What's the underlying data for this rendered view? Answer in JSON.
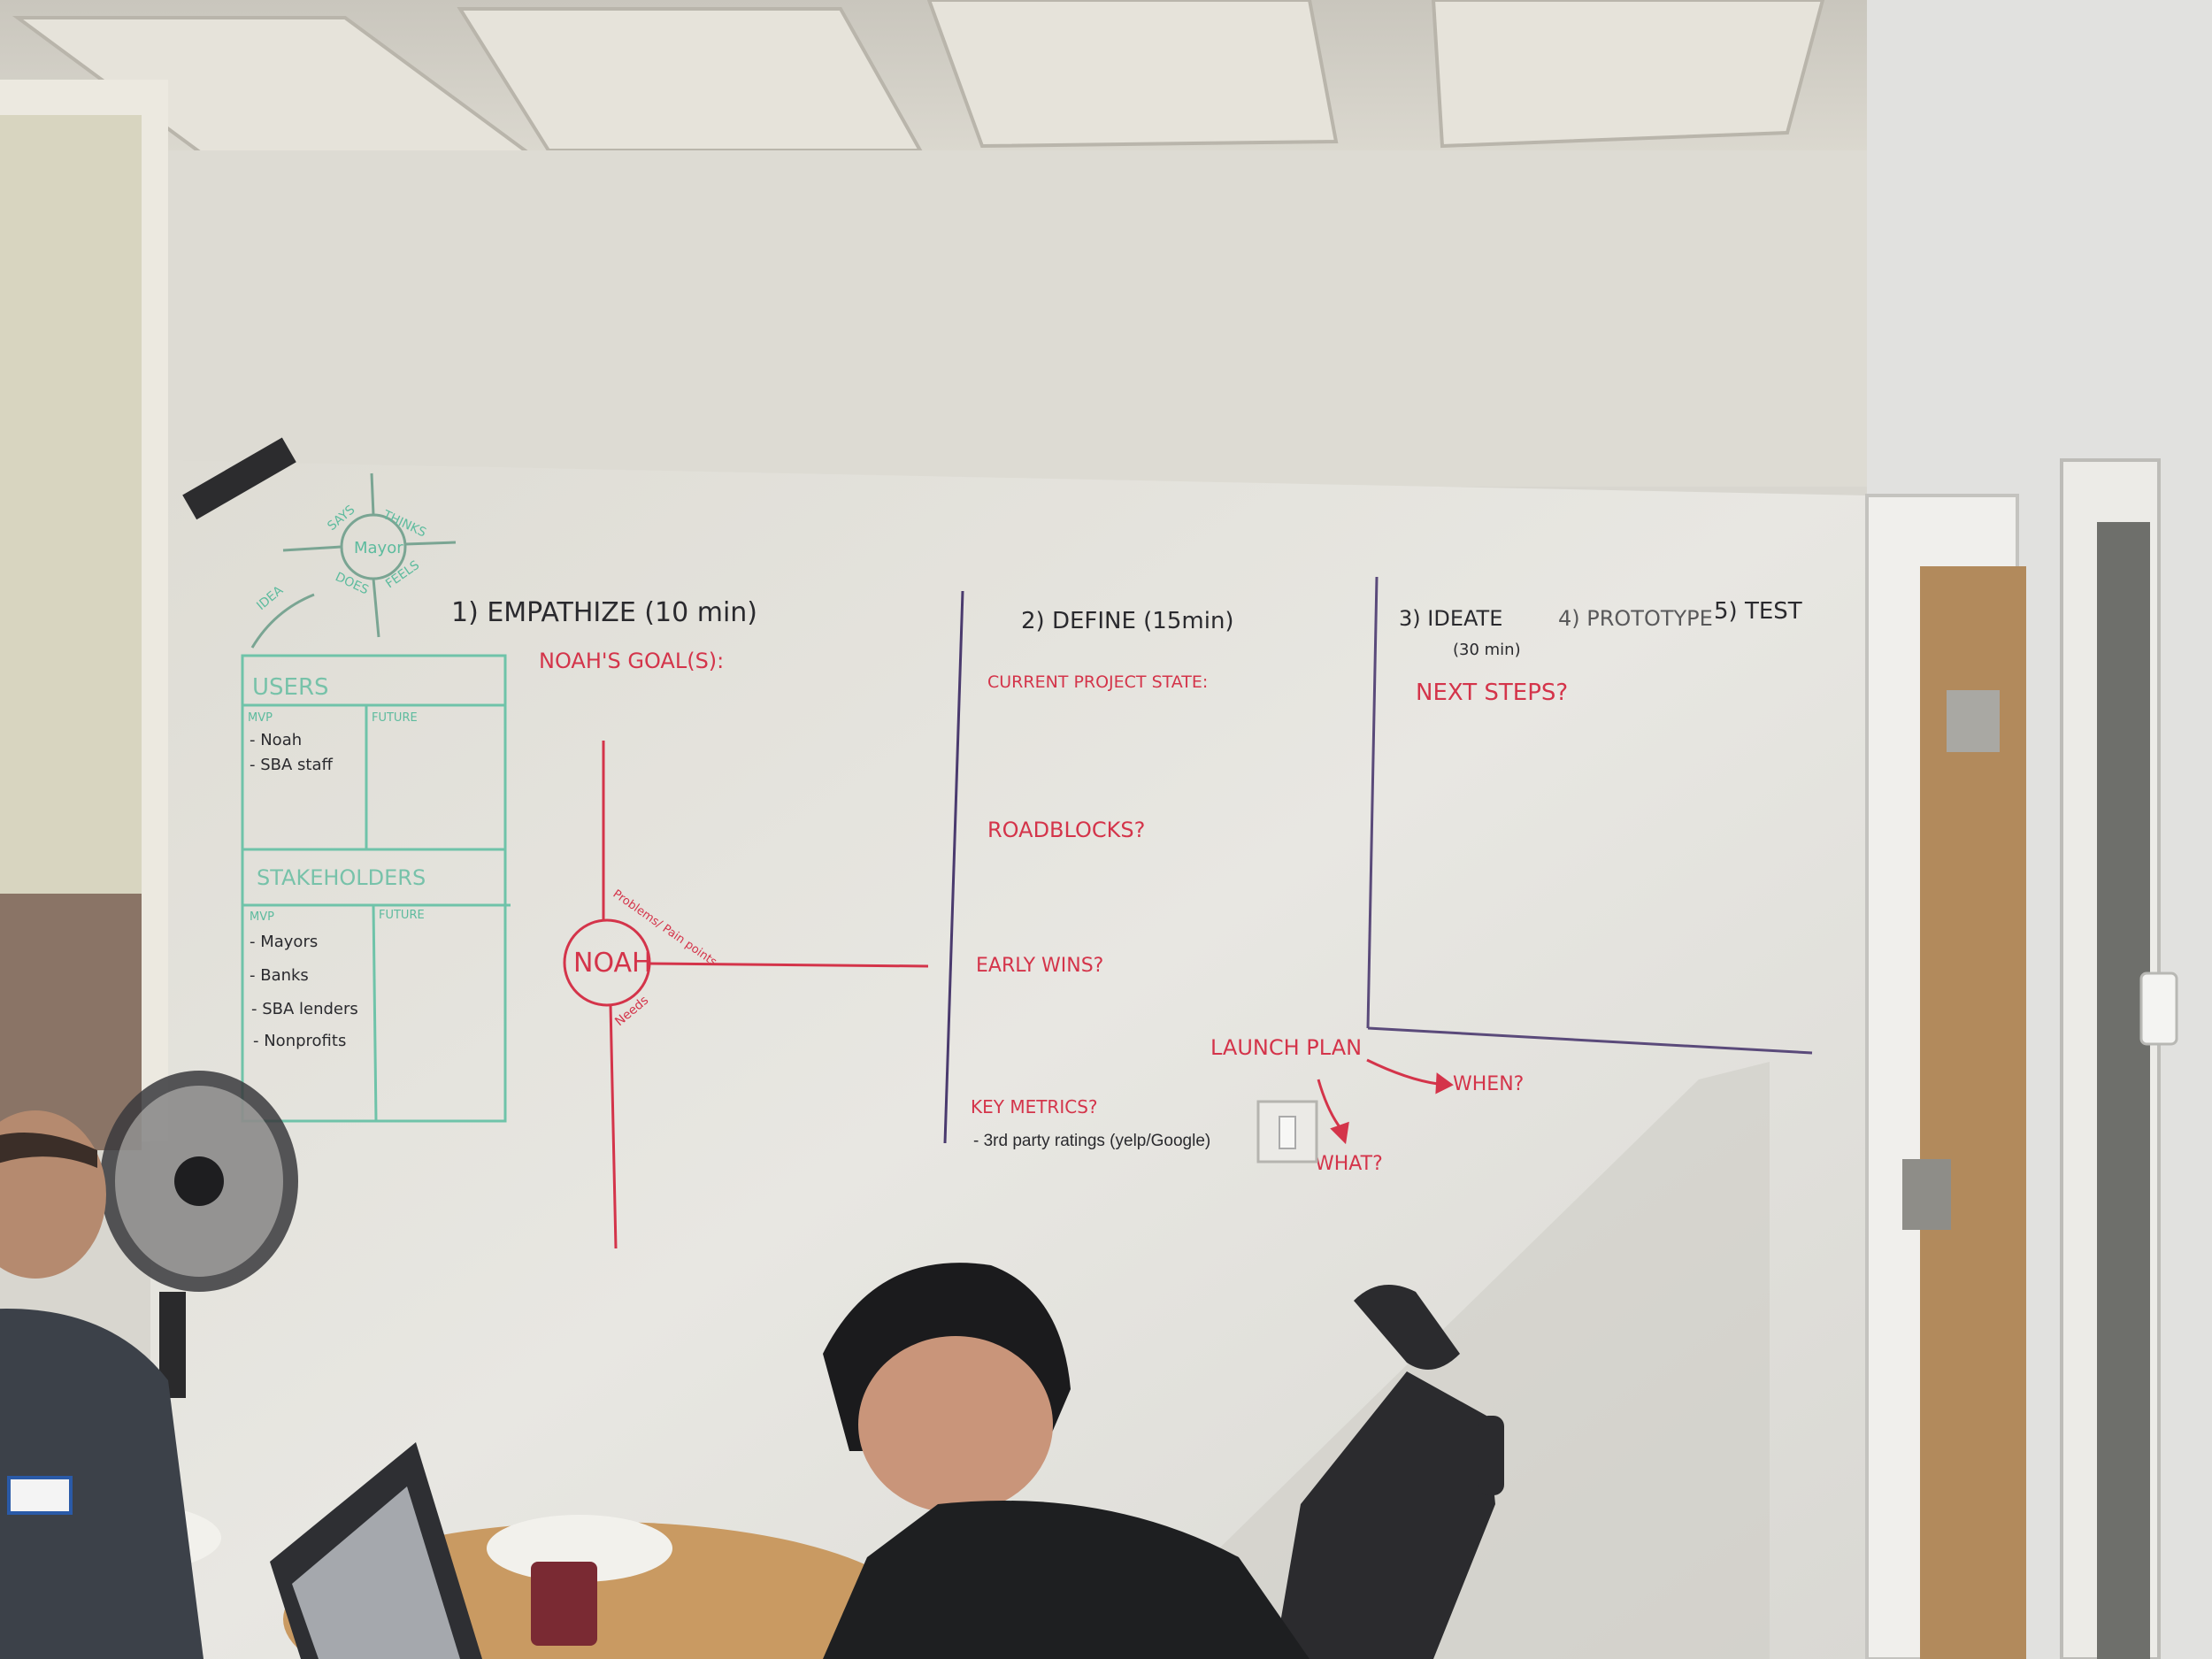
{
  "scene": {
    "colors": {
      "wall": "#e4e3dd",
      "marker_black": "#2a2a2e",
      "marker_red": "#d4344a",
      "marker_green": "#5dbb9e",
      "marker_purple": "#5a4a7a"
    },
    "objects": [
      "ceiling-panels",
      "window-blind",
      "whiteboard-wall",
      "door",
      "fan",
      "table",
      "laptop",
      "office-chair",
      "person-left",
      "person-center",
      "light-switch"
    ]
  },
  "whiteboard": {
    "empathy_map": {
      "center": "Mayor",
      "quadrants": [
        "SAYS",
        "THINKS",
        "DOES",
        "FEELS"
      ],
      "arrow_label": "IDEA"
    },
    "users_table": {
      "title": "USERS",
      "col_mvp": "MVP",
      "col_future": "FUTURE",
      "mvp_items": [
        "- Noah",
        "- SBA staff"
      ]
    },
    "stakeholders_table": {
      "title": "STAKEHOLDERS",
      "col_mvp": "MVP",
      "col_future": "FUTURE",
      "mvp_items": [
        "- Mayors",
        "- Banks",
        "- SBA lenders",
        "- Nonprofits"
      ]
    },
    "empathize": {
      "heading": "1) EMPATHIZE (10 min)",
      "goals": "NOAH'S GOAL(S):",
      "persona": "NOAH",
      "pain_label": "Problems/ Pain points",
      "needs_label": "Needs"
    },
    "define": {
      "heading": "2) DEFINE (15min)",
      "current_state": "CURRENT PROJECT STATE:",
      "roadblocks": "ROADBLOCKS?",
      "early_wins": "EARLY WINS?",
      "key_metrics": "KEY METRICS?",
      "metric_item": "- 3rd party ratings (yelp/Google)",
      "launch_plan": "LAUNCH PLAN",
      "when": "WHEN?",
      "what": "WHAT?"
    },
    "ideate": {
      "heading": "3) IDEATE",
      "duration": "(30 min)",
      "prototype": "4) PROTOTYPE",
      "test": "5) TEST",
      "next_steps": "NEXT STEPS?"
    }
  }
}
